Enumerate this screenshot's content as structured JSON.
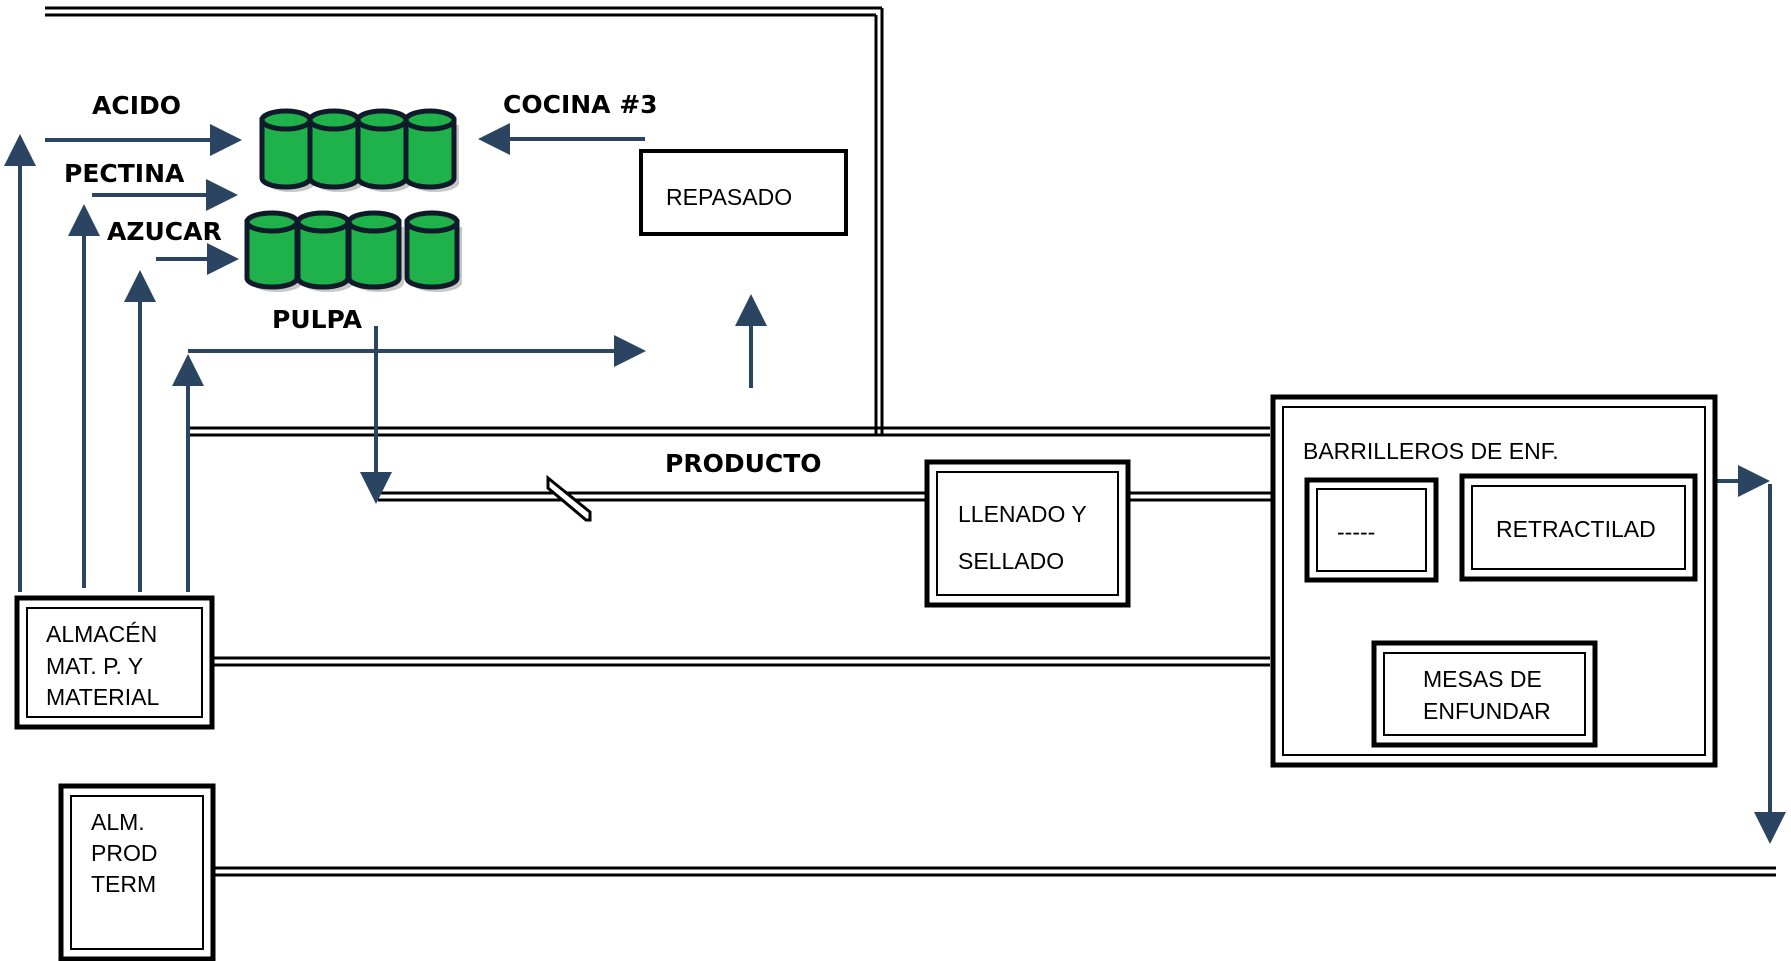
{
  "labels": {
    "acido": "ACIDO",
    "pectina": "PECTINA",
    "azucar": "AZUCAR",
    "pulpa": "PULPA",
    "cocina": "COCINA #3",
    "producto": "PRODUCTO"
  },
  "boxes": {
    "repasado": [
      "REPASADO"
    ],
    "llenado": [
      "LLENADO   Y",
      "SELLADO"
    ],
    "barrilleros_title": [
      "BARRILLEROS DE ENF."
    ],
    "dashes": [
      "-----"
    ],
    "retractilad": [
      "RETRACTILAD"
    ],
    "mesas": [
      "MESAS  DE",
      "ENFUNDAR"
    ],
    "almacen": [
      "ALMACÉN",
      "MAT. P. Y",
      "MATERIAL"
    ],
    "alm_prod": [
      "ALM.",
      "PROD",
      "TERM"
    ]
  },
  "colors": {
    "arrow": "#2b4462",
    "tank_fill": "#1fb24a",
    "tank_outline": "#0f1a2a",
    "line": "#000000"
  }
}
